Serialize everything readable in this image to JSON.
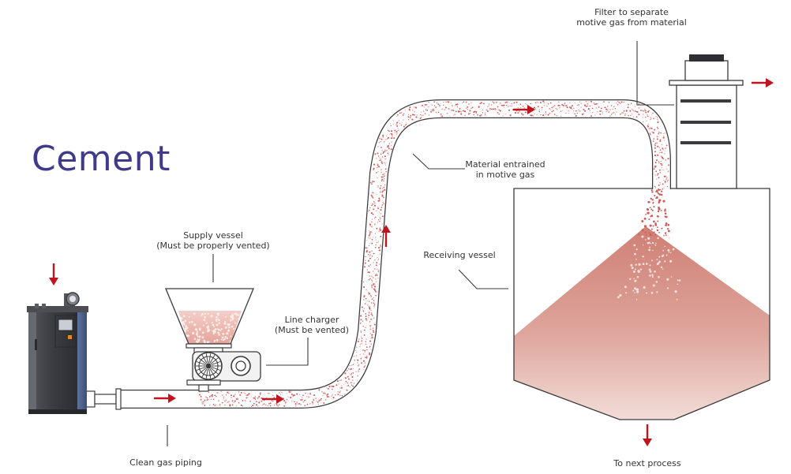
{
  "title": "Cement",
  "colors": {
    "title": "#3f3a8c",
    "arrow": "#c0141e",
    "line": "#3a3a3a",
    "material": "#d9897e",
    "material_light": "#f2d6d0",
    "particle": "#d15a5a",
    "machine_dark": "#3b3d42",
    "machine_blue": "#4a5e86",
    "screen": "#e08a1e"
  },
  "labels": {
    "filter": [
      "Filter to separate",
      "motive gas from material"
    ],
    "entrained": [
      "Material entrained",
      "in motive gas"
    ],
    "supply": [
      "Supply vessel",
      "(Must be properly vented)"
    ],
    "line_charger": [
      "Line charger",
      "(Must be vented)"
    ],
    "receiving": "Receiving vessel",
    "clean_gas": "Clean gas piping",
    "next_process": "To next process"
  },
  "icons": {
    "generator": "gas-generator-icon",
    "arrow": "flow-arrow-icon"
  }
}
